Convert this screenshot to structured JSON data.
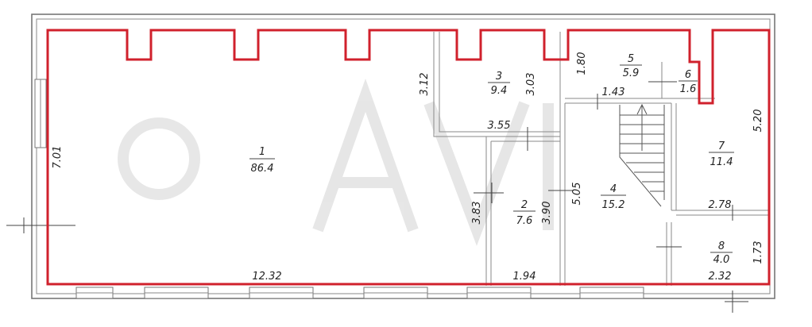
{
  "rooms": [
    {
      "number": "1",
      "area": "86.4"
    },
    {
      "number": "2",
      "area": "7.6"
    },
    {
      "number": "3",
      "area": "9.4"
    },
    {
      "number": "4",
      "area": "15.2"
    },
    {
      "number": "5",
      "area": "5.9"
    },
    {
      "number": "6",
      "area": "1.6"
    },
    {
      "number": "7",
      "area": "11.4"
    },
    {
      "number": "8",
      "area": "4.0"
    }
  ],
  "dimensions": {
    "room1_width": "12.32",
    "room1_height": "7.01",
    "room2_width": "1.94",
    "room2_height_left": "3.83",
    "room2_height_right": "3.90",
    "room3_width": "3.55",
    "room3_height_left": "3.12",
    "room3_height_right": "3.03",
    "room4_height": "5.05",
    "room5_width": "1.43",
    "room5_height": "1.80",
    "room7_height": "5.20",
    "room7_width": "2.78",
    "room8_width": "2.32",
    "room8_height": "1.73"
  },
  "colors": {
    "outline": "#d0212c",
    "walls": "#777777"
  }
}
